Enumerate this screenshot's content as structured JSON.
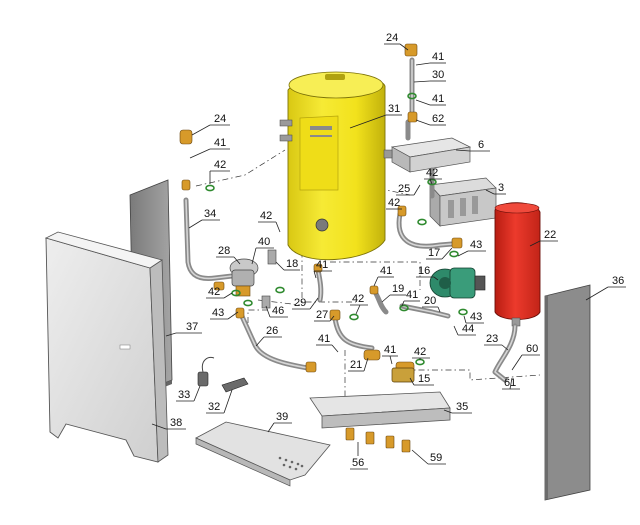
{
  "callouts": [
    {
      "id": "c24a",
      "label": "24"
    },
    {
      "id": "c41a",
      "label": "41"
    },
    {
      "id": "c30",
      "label": "30"
    },
    {
      "id": "c41b",
      "label": "41"
    },
    {
      "id": "c62",
      "label": "62"
    },
    {
      "id": "c31",
      "label": "31"
    },
    {
      "id": "c6",
      "label": "6"
    },
    {
      "id": "c24b",
      "label": "24"
    },
    {
      "id": "c41c",
      "label": "41"
    },
    {
      "id": "c42a",
      "label": "42"
    },
    {
      "id": "c34",
      "label": "34"
    },
    {
      "id": "c42b",
      "label": "42"
    },
    {
      "id": "c40",
      "label": "40"
    },
    {
      "id": "c28",
      "label": "28"
    },
    {
      "id": "c18",
      "label": "18"
    },
    {
      "id": "c42c",
      "label": "42"
    },
    {
      "id": "c43a",
      "label": "43"
    },
    {
      "id": "c46",
      "label": "46"
    },
    {
      "id": "c29",
      "label": "29"
    },
    {
      "id": "c41d",
      "label": "41"
    },
    {
      "id": "c37",
      "label": "37"
    },
    {
      "id": "c26",
      "label": "26"
    },
    {
      "id": "c25",
      "label": "25"
    },
    {
      "id": "c42d",
      "label": "42"
    },
    {
      "id": "c3",
      "label": "3"
    },
    {
      "id": "c17",
      "label": "17"
    },
    {
      "id": "c43b",
      "label": "43"
    },
    {
      "id": "c22",
      "label": "22"
    },
    {
      "id": "c16",
      "label": "16"
    },
    {
      "id": "c36",
      "label": "36"
    },
    {
      "id": "c41e",
      "label": "41"
    },
    {
      "id": "c19",
      "label": "19"
    },
    {
      "id": "c42e",
      "label": "42"
    },
    {
      "id": "c41f",
      "label": "41"
    },
    {
      "id": "c20",
      "label": "20"
    },
    {
      "id": "c27",
      "label": "27"
    },
    {
      "id": "c43c",
      "label": "43"
    },
    {
      "id": "c44",
      "label": "44"
    },
    {
      "id": "c41g",
      "label": "41"
    },
    {
      "id": "c21",
      "label": "21"
    },
    {
      "id": "c41h",
      "label": "41"
    },
    {
      "id": "c42f",
      "label": "42"
    },
    {
      "id": "c15",
      "label": "15"
    },
    {
      "id": "c23",
      "label": "23"
    },
    {
      "id": "c60",
      "label": "60"
    },
    {
      "id": "c61",
      "label": "61"
    },
    {
      "id": "c33",
      "label": "33"
    },
    {
      "id": "c32",
      "label": "32"
    },
    {
      "id": "c38",
      "label": "38"
    },
    {
      "id": "c39",
      "label": "39"
    },
    {
      "id": "c35",
      "label": "35"
    },
    {
      "id": "c56",
      "label": "56"
    },
    {
      "id": "c59",
      "label": "59"
    }
  ],
  "colors": {
    "tank": "#f2e21c",
    "tank_shade": "#c9b80e",
    "expansion_vessel": "#e0291c",
    "pump": "#2e8a6a",
    "brass": "#d79a2a",
    "seal_ring": "#2f8a2f"
  }
}
